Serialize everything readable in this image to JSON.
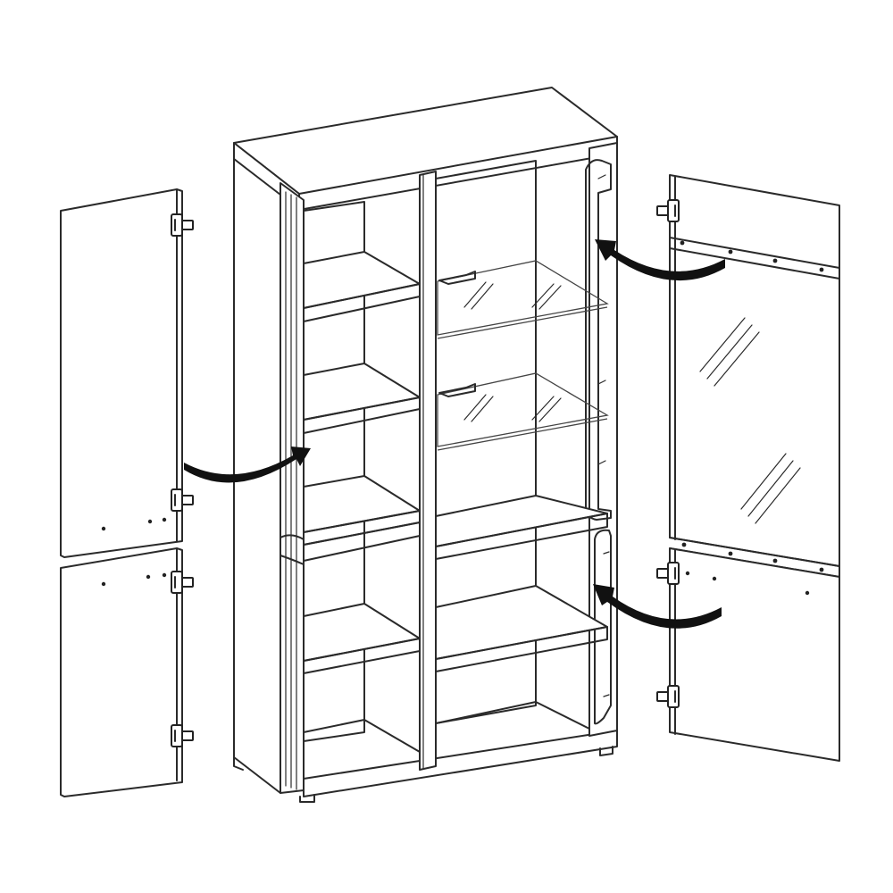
{
  "figure": {
    "description_kind": "furniture-assembly-diagram",
    "line_color": "#2a2a2a",
    "background_color": "#ffffff",
    "icons": [
      "cabinet-body",
      "left-upper-door",
      "left-lower-door",
      "right-upper-glass-door",
      "right-lower-door",
      "hinge-icon",
      "curved-arrow-icon",
      "glass-shelf",
      "shelf-clip"
    ]
  }
}
